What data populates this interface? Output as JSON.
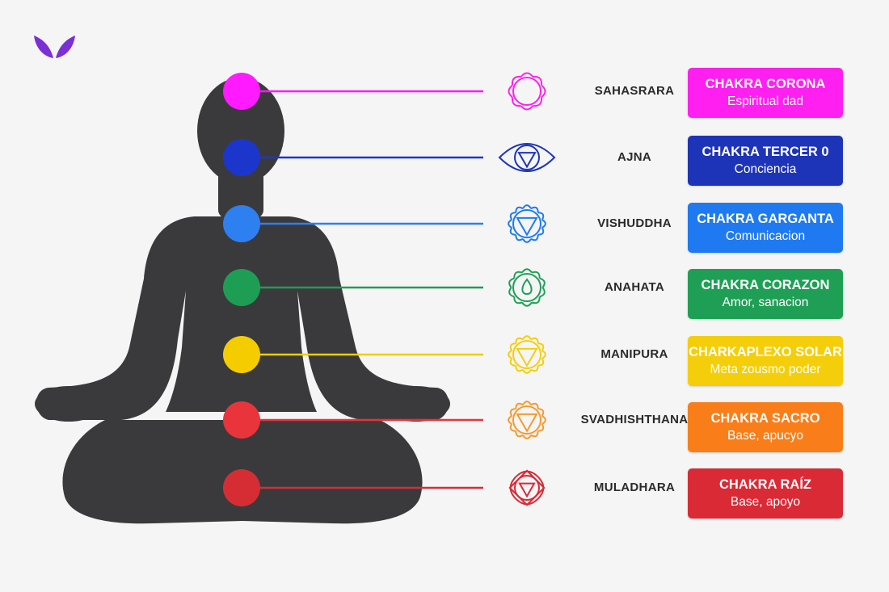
{
  "logo": {
    "name": "lotus-leaf-logo",
    "color": "#7b2fd4"
  },
  "silhouette_color": "#3a3a3c",
  "chakras": [
    {
      "key": "sahasrara",
      "sanskrit": "SAHASRARA",
      "title": "CHAKRA CORONA",
      "subtitle": "Espiritual dad",
      "color": "#ff1aff",
      "card_color": "#ff1ff0",
      "icon": "lotus-circle-icon"
    },
    {
      "key": "ajna",
      "sanskrit": "AJNA",
      "title": "CHAKRA TERCER 0",
      "subtitle": "Conciencia",
      "color": "#1c36cc",
      "card_color": "#1e34b8",
      "icon": "eye-triangle-icon"
    },
    {
      "key": "vishuddha",
      "sanskrit": "VISHUDDHA",
      "title": "CHAKRA GARGANTA",
      "subtitle": "Comunicacion",
      "color": "#2e7ff0",
      "card_color": "#1f7af2",
      "icon": "lotus-triangle-icon"
    },
    {
      "key": "anahata",
      "sanskrit": "ANAHATA",
      "title": "CHAKRA CORAZON",
      "subtitle": "Amor, sanacion",
      "color": "#1e9e55",
      "card_color": "#1f9f55",
      "icon": "lotus-drop-icon"
    },
    {
      "key": "manipura",
      "sanskrit": "MANIPURA",
      "title": "CHARKAPLEXO SOLAR",
      "subtitle": "Meta zousmo  poder",
      "color": "#f5cc00",
      "card_color": "#f5ce0b",
      "icon": "lotus-triangle-icon"
    },
    {
      "key": "svadhishthana",
      "sanskrit": "SVADHISHTHANA",
      "title": "CHAKRA SACRO",
      "subtitle": "Base, apucyo",
      "color": "#e8343a",
      "card_color": "#f97e1a",
      "icon_color": "#f59a2e",
      "icon": "lotus-triangle-icon"
    },
    {
      "key": "muladhara",
      "sanskrit": "MULADHARA",
      "title": "CHAKRA RAÍZ",
      "subtitle": "Base, apoyo",
      "color": "#d62d35",
      "card_color": "#da2a36",
      "icon": "square-lotus-icon"
    }
  ]
}
